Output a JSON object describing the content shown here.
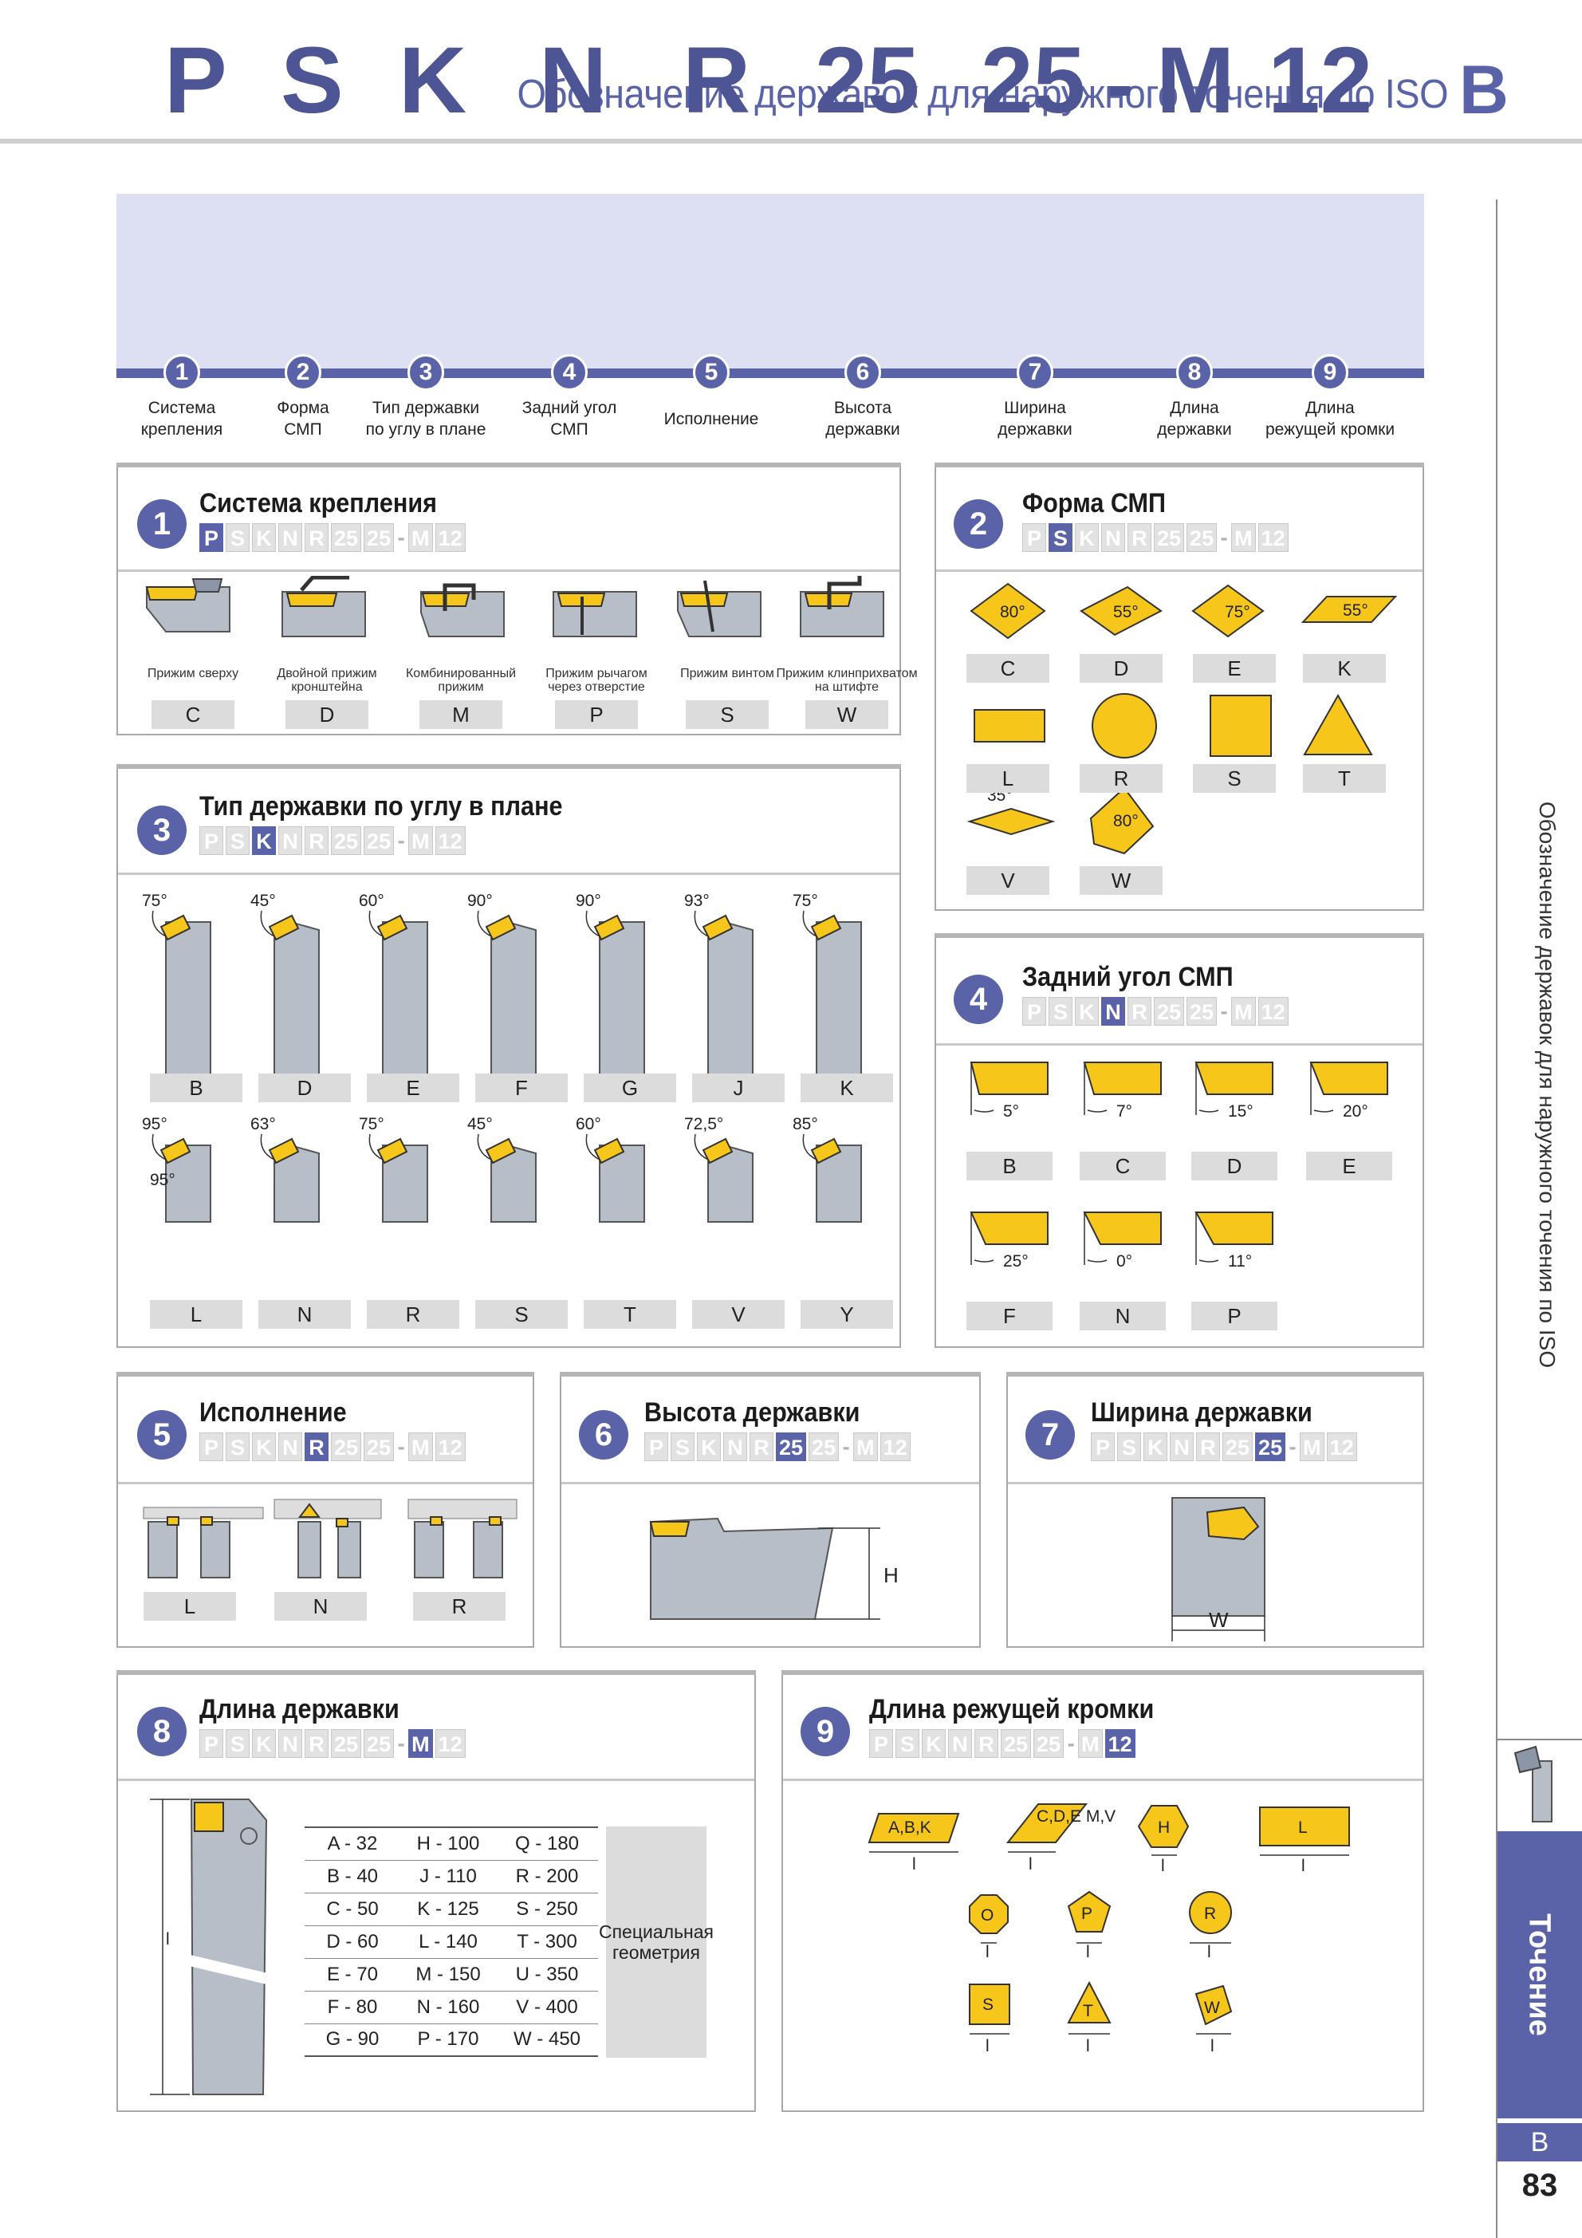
{
  "page": {
    "title": "Обозначение державок для наружного точения по ISO",
    "letter": "B",
    "side_text": "Обозначение державок для наружного точения по ISO",
    "side_tab": "Точение",
    "side_letter": "B",
    "page_number": "83"
  },
  "code": {
    "chars": [
      "P",
      "S",
      "K",
      "N",
      "R",
      "25",
      "25",
      "-",
      "M",
      "12"
    ],
    "steps": [
      {
        "num": "1",
        "label": [
          "Система",
          "крепления"
        ]
      },
      {
        "num": "2",
        "label": [
          "Форма",
          "СМП"
        ]
      },
      {
        "num": "3",
        "label": [
          "Тип державки",
          "по углу в плане"
        ]
      },
      {
        "num": "4",
        "label": [
          "Задний угол",
          "СМП"
        ]
      },
      {
        "num": "5",
        "label": [
          "Исполнение"
        ]
      },
      {
        "num": "6",
        "label": [
          "Высота",
          "державки"
        ]
      },
      {
        "num": "7",
        "label": [
          "Ширина",
          "державки"
        ]
      },
      {
        "num": "8",
        "label": [
          "Длина",
          "державки"
        ]
      },
      {
        "num": "9",
        "label": [
          "Длина",
          "режущей кромки"
        ]
      }
    ]
  },
  "mini_code": [
    "P",
    "S",
    "K",
    "N",
    "R",
    "25",
    "25",
    "-",
    "M",
    "12"
  ],
  "sections": {
    "s1": {
      "num": "1",
      "title": "Система крепления",
      "active": 0,
      "items": [
        {
          "caption": [
            "Прижим сверху"
          ],
          "letter": "C"
        },
        {
          "caption": [
            "Двойной прижим",
            "кронштейна"
          ],
          "letter": "D"
        },
        {
          "caption": [
            "Комбинированный",
            "прижим"
          ],
          "letter": "M"
        },
        {
          "caption": [
            "Прижим рычагом",
            "через отверстие"
          ],
          "letter": "P"
        },
        {
          "caption": [
            "Прижим винтом"
          ],
          "letter": "S"
        },
        {
          "caption": [
            "Прижим клинприхватом",
            "на штифте"
          ],
          "letter": "W"
        }
      ]
    },
    "s2": {
      "num": "2",
      "title": "Форма СМП",
      "active": 1,
      "items": [
        {
          "letter": "C",
          "angle": "80°"
        },
        {
          "letter": "D",
          "angle": "55°"
        },
        {
          "letter": "E",
          "angle": "75°"
        },
        {
          "letter": "K",
          "angle": "55°"
        },
        {
          "letter": "L",
          "angle": ""
        },
        {
          "letter": "R",
          "angle": ""
        },
        {
          "letter": "S",
          "angle": ""
        },
        {
          "letter": "T",
          "angle": ""
        },
        {
          "letter": "V",
          "angle": "35°"
        },
        {
          "letter": "W",
          "angle": "80°"
        }
      ]
    },
    "s3": {
      "num": "3",
      "title": "Тип державки по углу в плане",
      "active": 2,
      "row1": [
        {
          "letter": "B",
          "angles": [
            "75°"
          ]
        },
        {
          "letter": "D",
          "angles": [
            "45°"
          ]
        },
        {
          "letter": "E",
          "angles": [
            "60°"
          ]
        },
        {
          "letter": "F",
          "angles": [
            "90°"
          ]
        },
        {
          "letter": "G",
          "angles": [
            "90°"
          ]
        },
        {
          "letter": "J",
          "angles": [
            "93°"
          ]
        },
        {
          "letter": "K",
          "angles": [
            "75°"
          ]
        }
      ],
      "row2": [
        {
          "letter": "L",
          "angles": [
            "95°",
            "95°"
          ]
        },
        {
          "letter": "N",
          "angles": [
            "63°"
          ]
        },
        {
          "letter": "R",
          "angles": [
            "75°"
          ]
        },
        {
          "letter": "S",
          "angles": [
            "45°"
          ]
        },
        {
          "letter": "T",
          "angles": [
            "60°"
          ]
        },
        {
          "letter": "V",
          "angles": [
            "72,5°"
          ]
        },
        {
          "letter": "Y",
          "angles": [
            "85°"
          ]
        }
      ]
    },
    "s4": {
      "num": "4",
      "title": "Задний угол СМП",
      "active": 3,
      "items": [
        {
          "letter": "B",
          "angle": "5°"
        },
        {
          "letter": "C",
          "angle": "7°"
        },
        {
          "letter": "D",
          "angle": "15°"
        },
        {
          "letter": "E",
          "angle": "20°"
        },
        {
          "letter": "F",
          "angle": "25°"
        },
        {
          "letter": "N",
          "angle": "0°"
        },
        {
          "letter": "P",
          "angle": "11°"
        }
      ]
    },
    "s5": {
      "num": "5",
      "title": "Исполнение",
      "active": 4,
      "items": [
        "L",
        "N",
        "R"
      ]
    },
    "s6": {
      "num": "6",
      "title": "Высота державки",
      "active": 5,
      "dim": "H"
    },
    "s7": {
      "num": "7",
      "title": "Ширина державки",
      "active": 6,
      "dim": "W"
    },
    "s8": {
      "num": "8",
      "title": "Длина державки",
      "active": 8,
      "dim": "l",
      "table": [
        [
          "A - 32",
          "H - 100",
          "Q - 180"
        ],
        [
          "B - 40",
          "J - 110",
          "R - 200"
        ],
        [
          "C - 50",
          "K - 125",
          "S - 250"
        ],
        [
          "D - 60",
          "L - 140",
          "T - 300"
        ],
        [
          "E - 70",
          "M - 150",
          "U - 350"
        ],
        [
          "F - 80",
          "N - 160",
          "V - 400"
        ],
        [
          "G - 90",
          "P - 170",
          "W - 450"
        ]
      ],
      "special": [
        "Специальная",
        "геометрия"
      ]
    },
    "s9": {
      "num": "9",
      "title": "Длина режущей кромки",
      "active": 9,
      "dim": "l",
      "shapes": [
        "A,B,K",
        "C,D,E M,V",
        "H",
        "L",
        "O",
        "P",
        "R",
        "S",
        "T",
        "W"
      ]
    }
  },
  "colors": {
    "accent": "#5a63a8",
    "banner": "#dde0f2",
    "insert": "#f7c61a",
    "label_box": "#dcdcdc"
  }
}
